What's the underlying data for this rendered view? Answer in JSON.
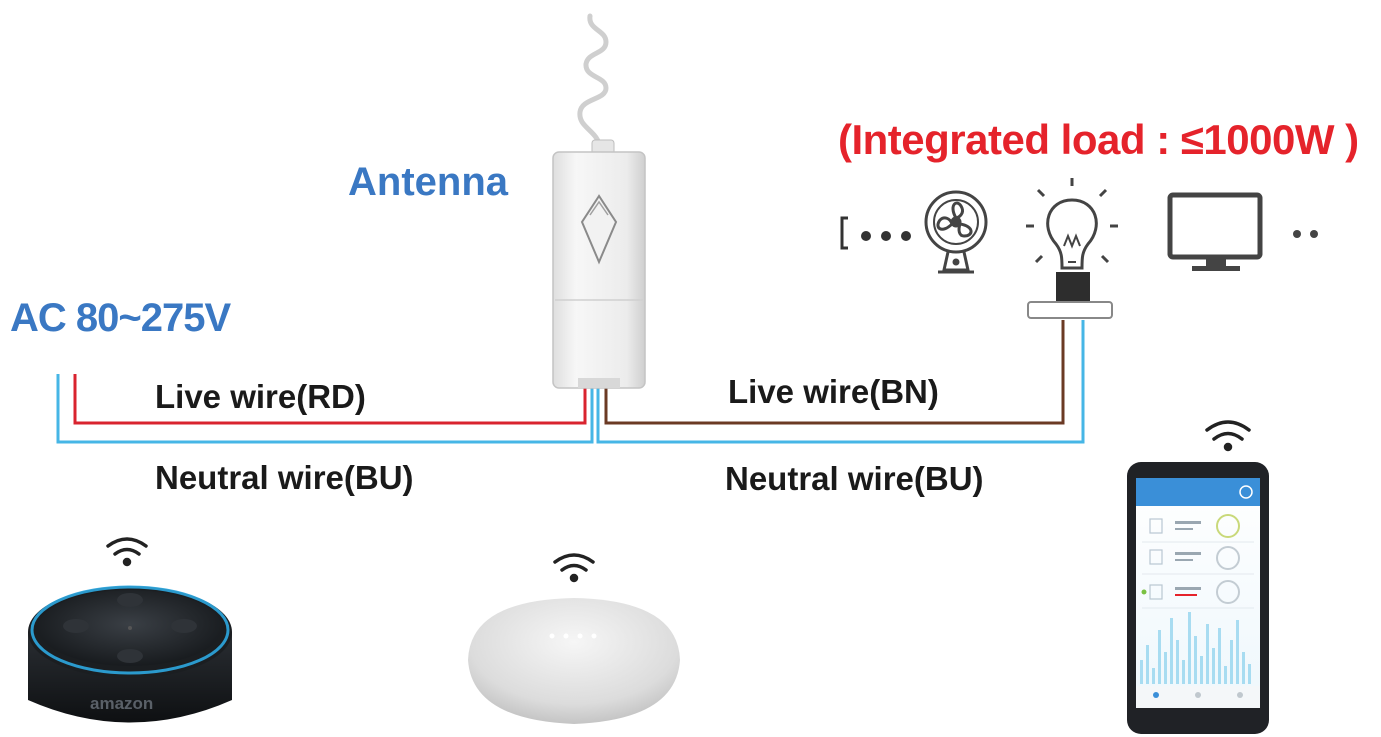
{
  "labels": {
    "input_voltage": "AC 80~275V",
    "antenna": "Antenna",
    "integrated_load": "(Integrated load : ≤1000W )",
    "live_wire_in": "Live wire(RD)",
    "neutral_wire_in": "Neutral wire(BU)",
    "live_wire_out": "Live wire(BN)",
    "neutral_wire_out": "Neutral wire(BU)"
  },
  "devices": {
    "echo_dot_brand": "amazon"
  },
  "colors": {
    "accent_blue": "#3a78c3",
    "warning_red": "#e5232b",
    "wire_red": "#d9232f",
    "wire_blue": "#46b6e6",
    "wire_brown": "#6b3a24"
  },
  "icons": [
    "antenna-coil-icon",
    "fan-icon",
    "light-bulb-icon",
    "monitor-icon",
    "wifi-icon",
    "smart-speaker-icon",
    "smartphone-icon"
  ]
}
